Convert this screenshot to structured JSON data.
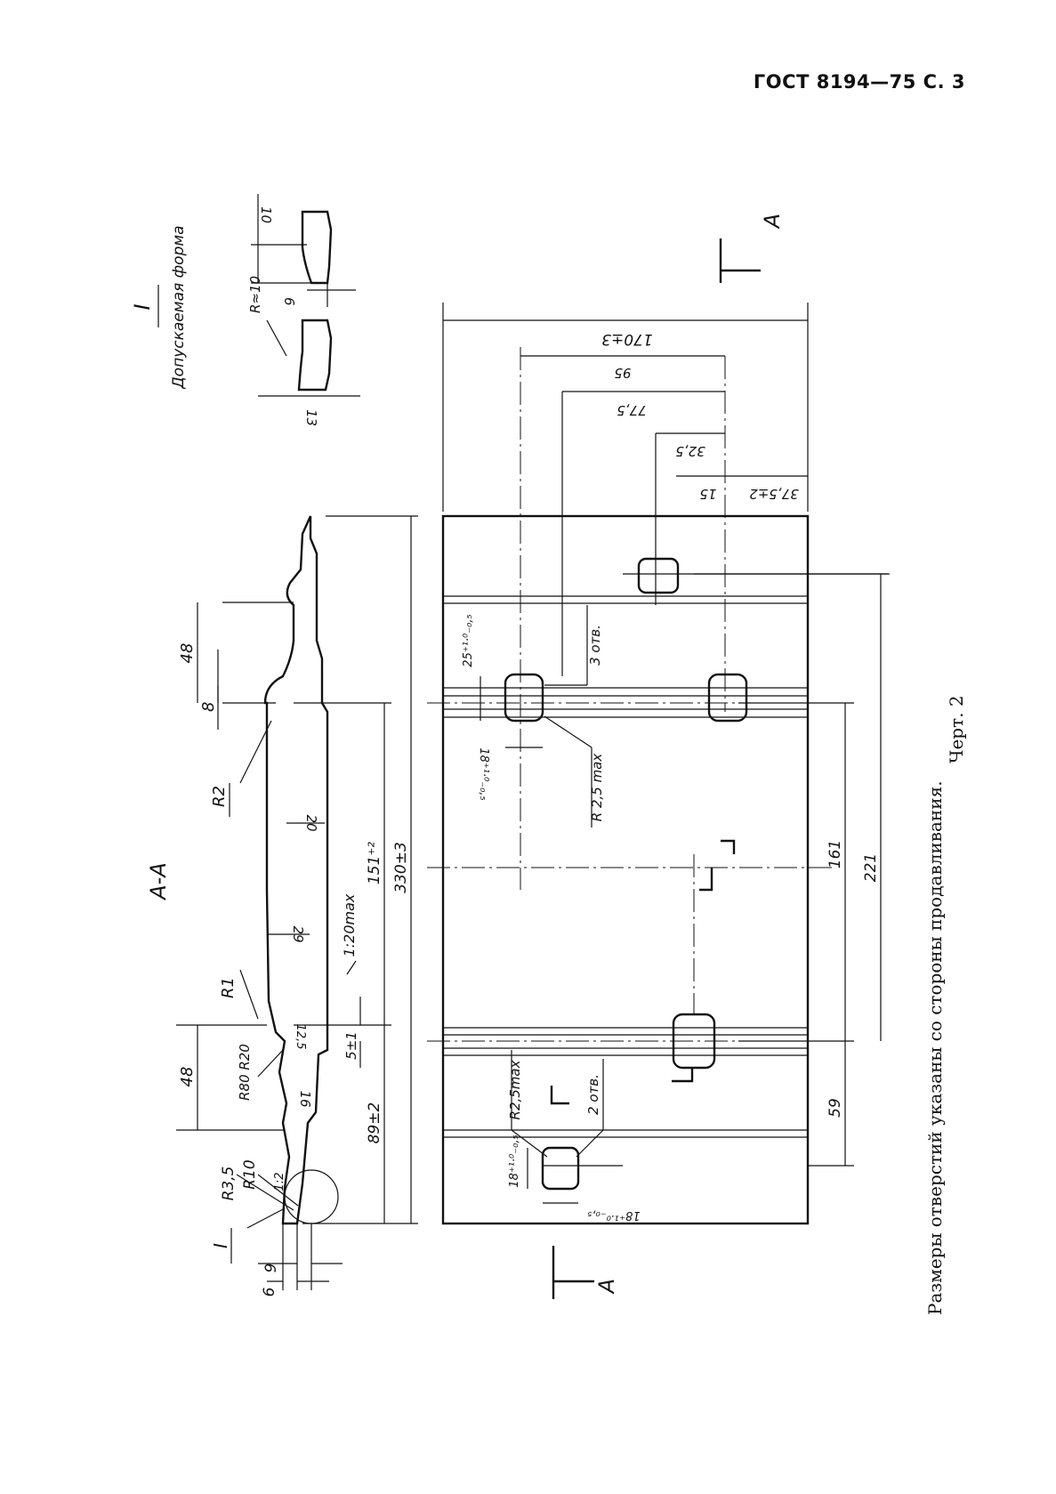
{
  "header": {
    "title": "ГОСТ 8194—75 С. 3"
  },
  "detail": {
    "title": "I",
    "subtitle": "Допускаемая форма",
    "r10": "R≈10",
    "d13": "13",
    "d10": "10",
    "d6": "6"
  },
  "section": {
    "title": "А-А",
    "labels": {
      "d48top": "48",
      "d8": "8",
      "r2": "R2",
      "d20": "20",
      "d29": "29",
      "slope": "1:20max",
      "r1": "R1",
      "d48bot": "48",
      "r80r20": "R80 R20",
      "d125": "12,5",
      "d16": "16",
      "d5": "5±1",
      "slope2": "1:2",
      "r35": "R3,5",
      "r10": "R10",
      "markI": "I",
      "d9": "9",
      "d6": "6",
      "d151": "151⁺²",
      "d89": "89±2",
      "d330": "330±3"
    }
  },
  "plan": {
    "cut_mark": "А",
    "top_dims": {
      "d170": "170±3",
      "d95": "95",
      "d77": "77,5",
      "d32": "32,5",
      "d15": "15",
      "d37": "37,5±2"
    },
    "labels": {
      "tol25": "25⁺¹·⁰₋₀,₅",
      "holes3": "3 отв.",
      "tol18a": "18⁺¹·⁰₋₀,₅",
      "r25max": "R 2,5 max",
      "r25max2": "R2,5max",
      "holes2": "2 отв.",
      "tol18b": "18⁺¹·⁰₋₀,₅",
      "tol18c": "18⁺¹·⁰₋₀,₅",
      "d161": "161",
      "d221": "221",
      "d59": "59"
    }
  },
  "caption": {
    "line1": "Размеры отверстий указаны со стороны продавливания.",
    "line2": "Черт. 2"
  }
}
